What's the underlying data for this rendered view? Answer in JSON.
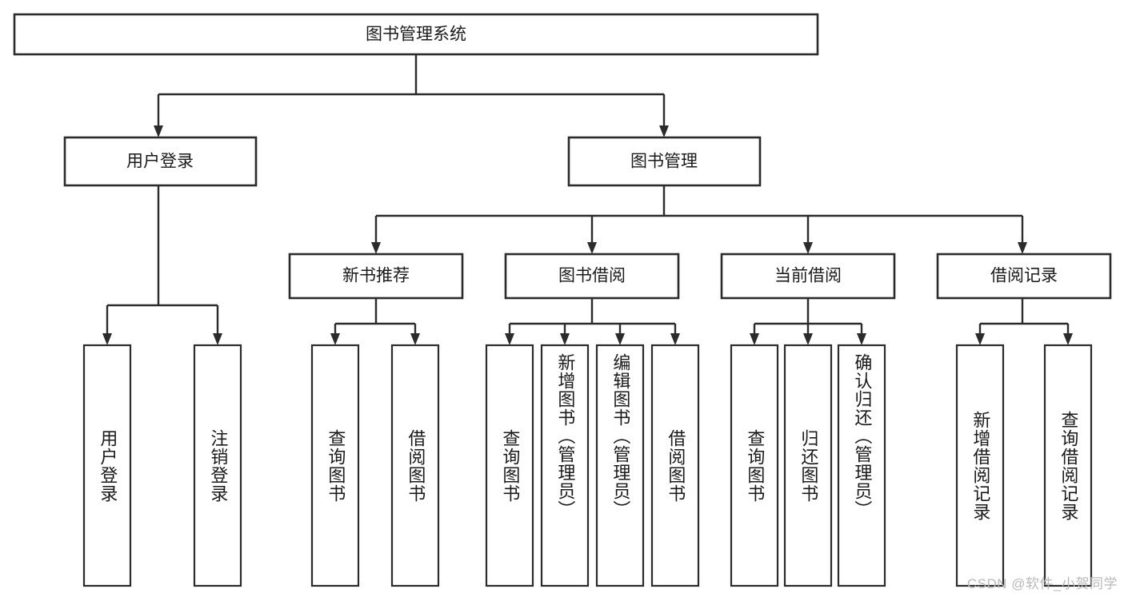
{
  "diagram": {
    "title": "图书管理系统",
    "watermark": "CSDN @软件_小贺同学",
    "colors": {
      "background": "#ffffff",
      "stroke": "#2b2b2b",
      "text": "#1a1a1a",
      "watermark": "#b9b9b9"
    },
    "root": {
      "label": "图书管理系统"
    },
    "level2": [
      {
        "label": "用户登录"
      },
      {
        "label": "图书管理"
      }
    ],
    "level3": [
      {
        "label": "新书推荐"
      },
      {
        "label": "图书借阅"
      },
      {
        "label": "当前借阅"
      },
      {
        "label": "借阅记录"
      }
    ],
    "leaves": {
      "user_login": [
        {
          "label": "用户登录"
        },
        {
          "label": "注销登录"
        }
      ],
      "new_book": [
        {
          "label": "查询图书"
        },
        {
          "label": "借阅图书"
        }
      ],
      "book_borrow": [
        {
          "label": "查询图书"
        },
        {
          "label": "新增图书（管理员）"
        },
        {
          "label": "编辑图书（管理员）"
        },
        {
          "label": "借阅图书"
        }
      ],
      "current_borrow": [
        {
          "label": "查询图书"
        },
        {
          "label": "归还图书"
        },
        {
          "label": "确认归还（管理员）"
        }
      ],
      "borrow_record": [
        {
          "label": "新增借阅记录"
        },
        {
          "label": "查询借阅记录"
        }
      ]
    }
  }
}
